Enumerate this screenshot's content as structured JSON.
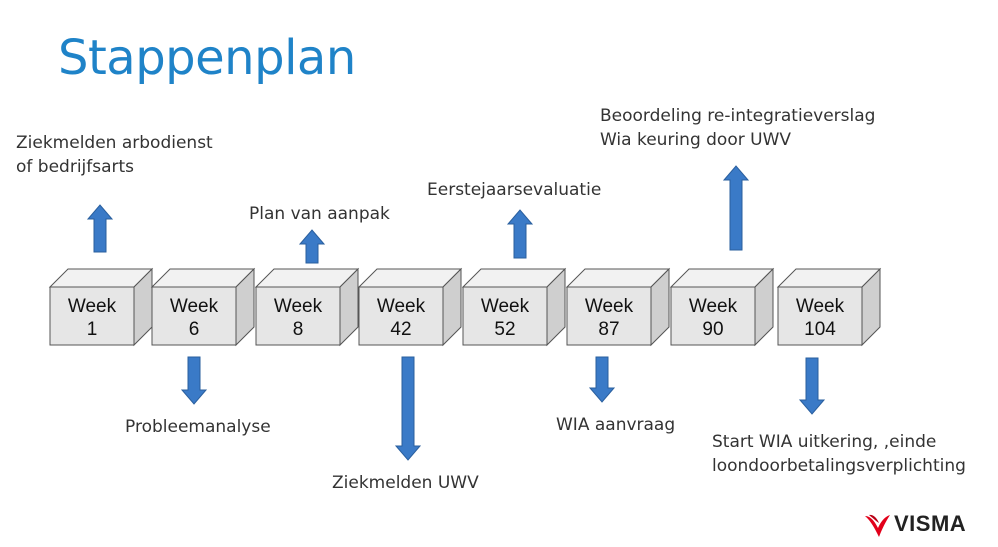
{
  "title": "Stappenplan",
  "colors": {
    "title": "#1F83C8",
    "arrow_fill": "#3A7AC7",
    "arrow_stroke": "#2A5F9E",
    "box_front": "#E6E6E6",
    "box_side": "#CFCFCF",
    "box_top": "#F2F2F2",
    "logo_red": "#E2001A"
  },
  "weeks": [
    {
      "line1": "Week",
      "line2": "1"
    },
    {
      "line1": "Week",
      "line2": "6"
    },
    {
      "line1": "Week",
      "line2": "8"
    },
    {
      "line1": "Week",
      "line2": "42"
    },
    {
      "line1": "Week",
      "line2": "52"
    },
    {
      "line1": "Week",
      "line2": "87"
    },
    {
      "line1": "Week",
      "line2": "90"
    },
    {
      "line1": "Week",
      "line2": "104"
    }
  ],
  "labels": {
    "week1": [
      "Ziekmelden arbodienst",
      "of bedrijfsarts"
    ],
    "week6": [
      "Probleemanalyse"
    ],
    "week8": [
      "Plan van aanpak"
    ],
    "week42": [
      "Ziekmelden UWV"
    ],
    "week52": [
      "Eerstejaarsevaluatie"
    ],
    "week87": [
      "WIA aanvraag"
    ],
    "week90": [
      "Beoordeling re-integratieverslag",
      "Wia keuring door UWV"
    ],
    "week104": [
      "Start WIA uitkering, ,einde",
      "loondoorbetalingsverplichting"
    ]
  },
  "logo": {
    "text": "VISMA",
    "icon": "visma-swoosh-icon"
  }
}
